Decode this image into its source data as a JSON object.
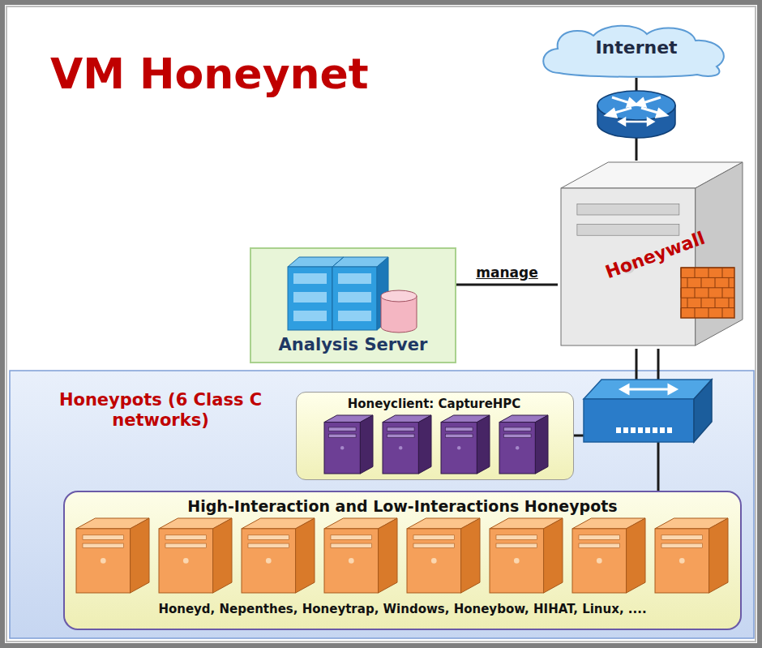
{
  "diagram": {
    "title": "VM Honeynet",
    "nodes": [
      {
        "text": [
          "Internet"
        ]
      },
      {
        "text": [
          "Analysis Server"
        ]
      },
      {
        "text": [
          "Honeywall"
        ]
      },
      {
        "text": [
          "Honeypots (6 Class C networks)"
        ]
      },
      {
        "text": [
          "Honeyclient: CaptureHPC"
        ],
        "in": 3
      },
      {
        "text": [
          "High-Interaction and Low-Interactions Honeypots",
          "Honeyd, Nepenthes, Honeytrap, Windows, Honeybow, HIHAT, Linux, ...."
        ],
        "in": 3
      }
    ],
    "edges": [
      {
        "from": 0,
        "to": 2,
        "arrow": "none"
      },
      {
        "from": 1,
        "to": 2,
        "label": "manage",
        "arrow": "none"
      },
      {
        "from": 2,
        "to": 4,
        "arrow": "none"
      },
      {
        "from": 2,
        "to": 5,
        "arrow": "none"
      }
    ]
  }
}
